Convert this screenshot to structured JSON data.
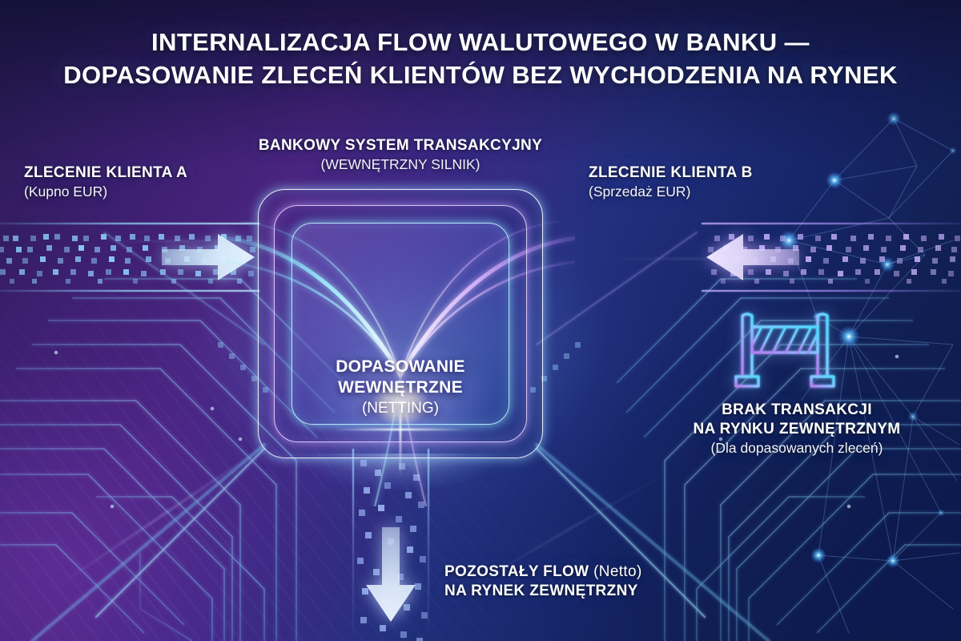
{
  "title": {
    "line1": "INTERNALIZACJA FLOW WALUTOWEGO W BANKU —",
    "line2": "DOPASOWANIE ZLECEŃ KLIENTÓW BEZ WYCHODZENIA NA RYNEK"
  },
  "labels": {
    "client_a": {
      "heading": "ZLECENIE KLIENTA A",
      "sub": "(Kupno EUR)"
    },
    "client_b": {
      "heading": "ZLECENIE KLIENTA B",
      "sub": "(Sprzedaż EUR)"
    },
    "engine": {
      "heading": "BANKOWY SYSTEM TRANSAKCYJNY",
      "sub": "(WEWNĘTRZNY SILNIK)"
    },
    "center": {
      "heading_1": "DOPASOWANIE",
      "heading_2": "WEWNĘTRZNE",
      "sub": "(NETTING)"
    },
    "barrier": {
      "heading_1": "BRAK TRANSAKCJI",
      "heading_2": "NA RYNKU ZEWNĘTRZNYM",
      "sub": "(Dla dopasowanych zleceń)"
    },
    "outflow": {
      "heading_1": "POZOSTAŁY FLOW",
      "heading_1_reg": "(Netto)",
      "heading_2": "NA RYNEK ZEWNĘTRZNY"
    }
  },
  "icons": {
    "arrow_client_a": "arrow-right-icon",
    "arrow_client_b": "arrow-left-icon",
    "arrow_outflow": "arrow-down-icon",
    "barrier": "road-barrier-icon",
    "chip": "processor-chip-icon"
  },
  "colors": {
    "bg_purple": "#4a2480",
    "bg_navy": "#122157",
    "accent_cyan": "#7fe3ff",
    "accent_violet": "#c9a6ff",
    "arrow_light": "#cfe4f7",
    "text_white": "#ffffff"
  }
}
